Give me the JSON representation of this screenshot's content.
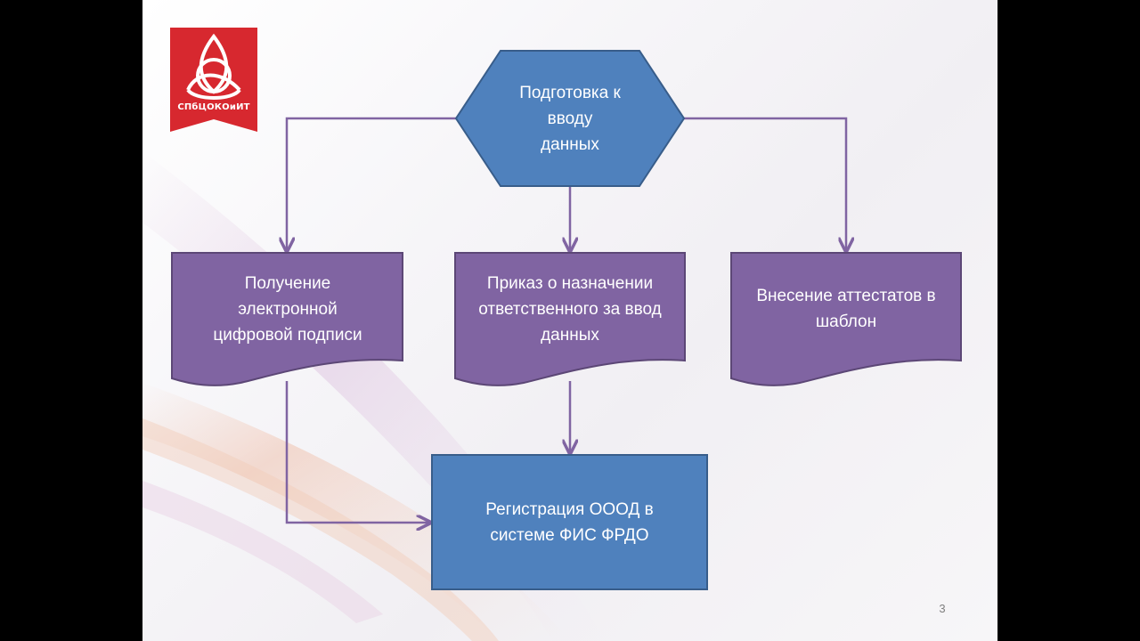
{
  "logo": {
    "text": "СПбЦОКОиИТ",
    "color": "#d7282f"
  },
  "nodes": {
    "prep": "Подготовка к\nвводу\nданных",
    "signature": "Получение\nэлектронной\nцифровой подписи",
    "order": "Приказ о назначении\nответственного за ввод\nданных",
    "certificates": "Внесение аттестатов в\nшаблон",
    "registration": "Регистрация ОООД в\nсистеме ФИС ФРДО"
  },
  "page_number": "3",
  "colors": {
    "blue_fill": "#4f81bd",
    "blue_border": "#385d8a",
    "purple_fill": "#8064a2",
    "purple_border": "#5c4776",
    "connector": "#8064a2"
  }
}
